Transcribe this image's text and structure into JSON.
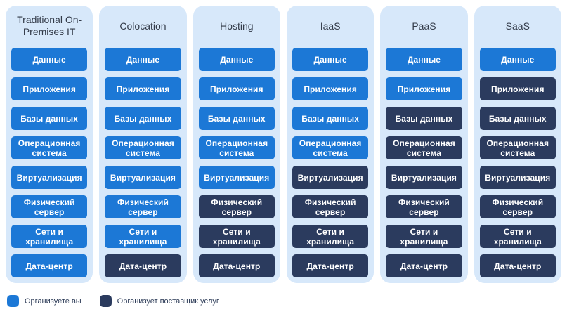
{
  "colors": {
    "you": "#1c78d6",
    "provider": "#2b3b5e",
    "column_bg": "#d7e8fa",
    "header_text": "#333b49",
    "cell_text": "#ffffff",
    "legend_text": "#2b3a56",
    "page_bg": "#ffffff"
  },
  "legend": {
    "you_label": "Организуете вы",
    "provider_label": "Организует поставщик услуг"
  },
  "columns": [
    {
      "title": "Traditional On-Premises IT",
      "cells": [
        {
          "label": "Данные",
          "owner": "you"
        },
        {
          "label": "Приложения",
          "owner": "you"
        },
        {
          "label": "Базы данных",
          "owner": "you"
        },
        {
          "label": "Операционная система",
          "owner": "you"
        },
        {
          "label": "Виртуализация",
          "owner": "you"
        },
        {
          "label": "Физический сервер",
          "owner": "you"
        },
        {
          "label": "Сети и хранилища",
          "owner": "you"
        },
        {
          "label": "Дата-центр",
          "owner": "you"
        }
      ]
    },
    {
      "title": "Colocation",
      "cells": [
        {
          "label": "Данные",
          "owner": "you"
        },
        {
          "label": "Приложения",
          "owner": "you"
        },
        {
          "label": "Базы данных",
          "owner": "you"
        },
        {
          "label": "Операционная система",
          "owner": "you"
        },
        {
          "label": "Виртуализация",
          "owner": "you"
        },
        {
          "label": "Физический сервер",
          "owner": "you"
        },
        {
          "label": "Сети и хранилища",
          "owner": "you"
        },
        {
          "label": "Дата-центр",
          "owner": "provider"
        }
      ]
    },
    {
      "title": "Hosting",
      "cells": [
        {
          "label": "Данные",
          "owner": "you"
        },
        {
          "label": "Приложения",
          "owner": "you"
        },
        {
          "label": "Базы данных",
          "owner": "you"
        },
        {
          "label": "Операционная система",
          "owner": "you"
        },
        {
          "label": "Виртуализация",
          "owner": "you"
        },
        {
          "label": "Физический сервер",
          "owner": "provider"
        },
        {
          "label": "Сети и хранилища",
          "owner": "provider"
        },
        {
          "label": "Дата-центр",
          "owner": "provider"
        }
      ]
    },
    {
      "title": "IaaS",
      "cells": [
        {
          "label": "Данные",
          "owner": "you"
        },
        {
          "label": "Приложения",
          "owner": "you"
        },
        {
          "label": "Базы данных",
          "owner": "you"
        },
        {
          "label": "Операционная система",
          "owner": "you"
        },
        {
          "label": "Виртуализация",
          "owner": "provider"
        },
        {
          "label": "Физический сервер",
          "owner": "provider"
        },
        {
          "label": "Сети и хранилища",
          "owner": "provider"
        },
        {
          "label": "Дата-центр",
          "owner": "provider"
        }
      ]
    },
    {
      "title": "PaaS",
      "cells": [
        {
          "label": "Данные",
          "owner": "you"
        },
        {
          "label": "Приложения",
          "owner": "you"
        },
        {
          "label": "Базы данных",
          "owner": "provider"
        },
        {
          "label": "Операционная система",
          "owner": "provider"
        },
        {
          "label": "Виртуализация",
          "owner": "provider"
        },
        {
          "label": "Физический сервер",
          "owner": "provider"
        },
        {
          "label": "Сети и хранилища",
          "owner": "provider"
        },
        {
          "label": "Дата-центр",
          "owner": "provider"
        }
      ]
    },
    {
      "title": "SaaS",
      "cells": [
        {
          "label": "Данные",
          "owner": "you"
        },
        {
          "label": "Приложения",
          "owner": "provider"
        },
        {
          "label": "Базы данных",
          "owner": "provider"
        },
        {
          "label": "Операционная система",
          "owner": "provider"
        },
        {
          "label": "Виртуализация",
          "owner": "provider"
        },
        {
          "label": "Физический сервер",
          "owner": "provider"
        },
        {
          "label": "Сети и хранилища",
          "owner": "provider"
        },
        {
          "label": "Дата-центр",
          "owner": "provider"
        }
      ]
    }
  ]
}
